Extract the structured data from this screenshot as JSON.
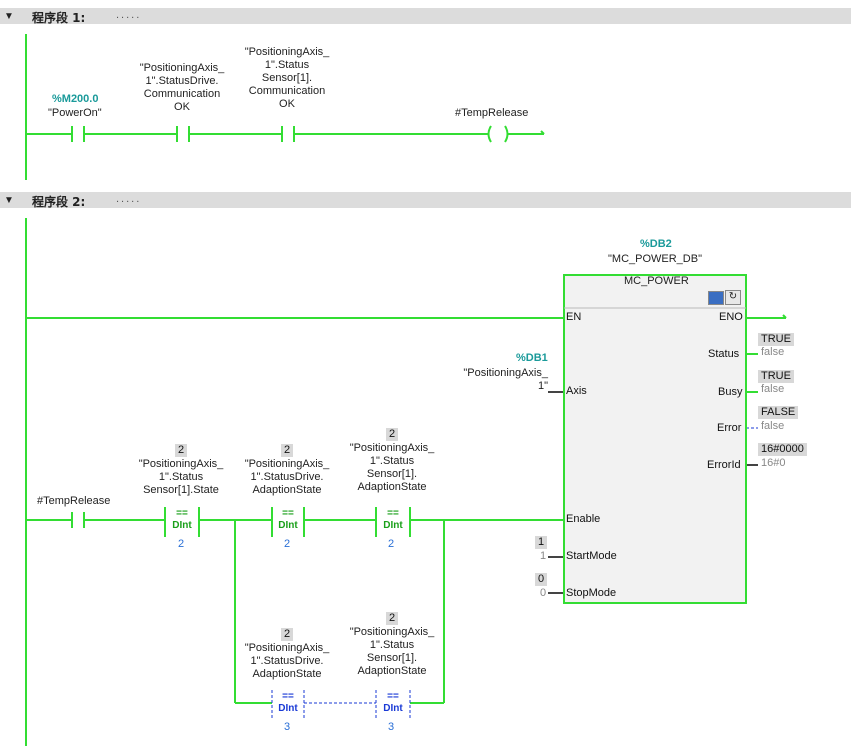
{
  "networks": [
    {
      "title": "程序段 1:",
      "dots": "....."
    },
    {
      "title": "程序段 2:",
      "dots": "....."
    }
  ],
  "net1": {
    "contact1": {
      "address": "%M200.0",
      "tag": "\"PowerOn\""
    },
    "contact2": {
      "tag": "\"PositioningAxis_\n1\".StatusDrive.\nCommunication\nOK"
    },
    "contact3": {
      "tag": "\"PositioningAxis_\n1\".Status\nSensor[1].\nCommunication\nOK"
    },
    "coil": {
      "tag": "#TempRelease"
    }
  },
  "net2": {
    "instance": {
      "address": "%DB2",
      "name": "\"MC_POWER_DB\""
    },
    "block": {
      "name": "MC_POWER"
    },
    "pins_in": {
      "en": "EN",
      "axis": "Axis",
      "enable": "Enable",
      "startmode": "StartMode",
      "stopmode": "StopMode"
    },
    "pins_out": {
      "eno": "ENO",
      "status": "Status",
      "busy": "Busy",
      "error": "Error",
      "errorid": "ErrorId"
    },
    "outputs": {
      "status": {
        "online": "TRUE",
        "value": "false"
      },
      "busy": {
        "online": "TRUE",
        "value": "false"
      },
      "error": {
        "online": "FALSE",
        "value": "false"
      },
      "errorid": {
        "online": "16#0000",
        "value": "16#0"
      }
    },
    "axis_param": {
      "address": "%DB1",
      "tag": "\"PositioningAxis_\n1\""
    },
    "startmode": {
      "online": "1",
      "value": "1"
    },
    "stopmode": {
      "online": "0",
      "value": "0"
    },
    "contact_release": {
      "tag": "#TempRelease"
    },
    "cmp1": {
      "online": "2",
      "tag": "\"PositioningAxis_\n1\".Status\nSensor[1].State",
      "op": "==",
      "type": "DInt",
      "value": "2"
    },
    "cmp2": {
      "online": "2",
      "tag": "\"PositioningAxis_\n1\".StatusDrive.\nAdaptionState",
      "op": "==",
      "type": "DInt",
      "value": "2"
    },
    "cmp3": {
      "online": "2",
      "tag": "\"PositioningAxis_\n1\".Status\nSensor[1].\nAdaptionState",
      "op": "==",
      "type": "DInt",
      "value": "2"
    },
    "cmp4": {
      "online": "2",
      "tag": "\"PositioningAxis_\n1\".StatusDrive.\nAdaptionState",
      "op": "==",
      "type": "DInt",
      "value": "3"
    },
    "cmp5": {
      "online": "2",
      "tag": "\"PositioningAxis_\n1\".Status\nSensor[1].\nAdaptionState",
      "op": "==",
      "type": "DInt",
      "value": "3"
    }
  },
  "colors": {
    "power": "#33dd33",
    "inactive": "#1a3ad6",
    "address": "#1a9a9a",
    "header": "#dcdcdc"
  }
}
